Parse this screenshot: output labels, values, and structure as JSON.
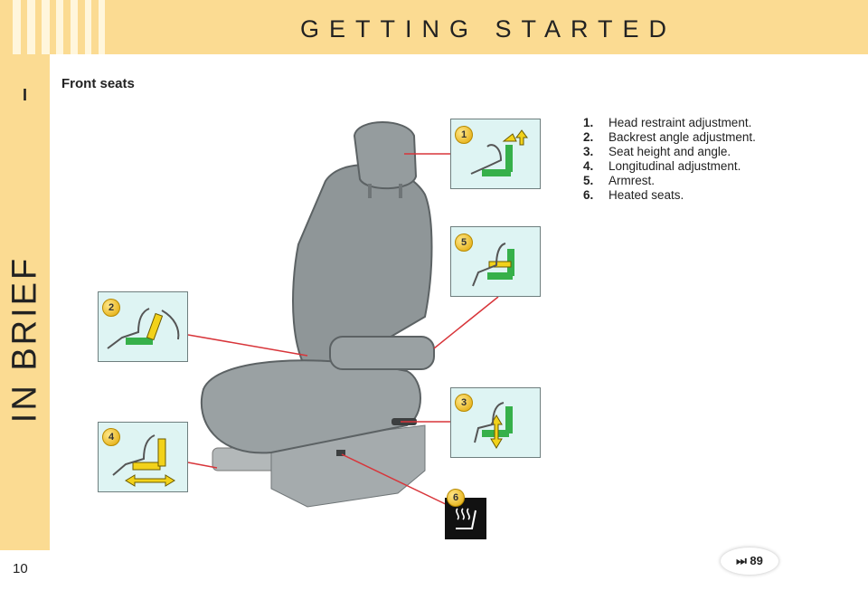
{
  "header": {
    "title": "GETTING STARTED"
  },
  "sidebar": {
    "section_marker": "I",
    "title": "IN BRIEF"
  },
  "page_number": "10",
  "section_title": "Front seats",
  "legend": [
    {
      "num": "1.",
      "text": "Head restraint adjustment."
    },
    {
      "num": "2.",
      "text": "Backrest angle adjustment."
    },
    {
      "num": "3.",
      "text": "Seat height and angle."
    },
    {
      "num": "4.",
      "text": "Longitudinal adjustment."
    },
    {
      "num": "5.",
      "text": "Armrest."
    },
    {
      "num": "6.",
      "text": "Heated seats."
    }
  ],
  "callouts": [
    "1",
    "2",
    "3",
    "4",
    "5",
    "6"
  ],
  "page_reference": "⏭ 89",
  "colors": {
    "band": "#fbdb92",
    "panel": "#def4f3",
    "leader": "#d8353a",
    "seat": "#8f9698"
  }
}
